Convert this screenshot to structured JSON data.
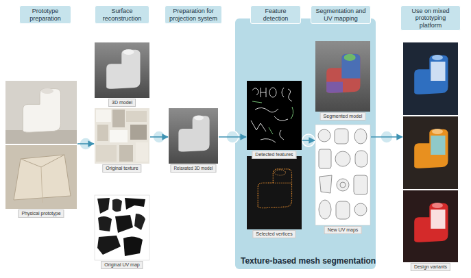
{
  "diagram": {
    "nodes": [
      {
        "text": [
          "Prototype preparation"
        ]
      },
      {
        "text": [
          "Physical prototype"
        ]
      },
      {
        "text": [
          "Surface reconstruction"
        ]
      },
      {
        "text": [
          "3D model"
        ]
      },
      {
        "text": [
          "Original texture"
        ]
      },
      {
        "text": [
          "Original UV map"
        ]
      },
      {
        "text": [
          "Preparation for projection system"
        ]
      },
      {
        "text": [
          "Relaxated 3D model"
        ]
      },
      {
        "text": [
          "Texture-based mesh segmentation"
        ]
      },
      {
        "text": [
          "Feature detection"
        ],
        "in": 8
      },
      {
        "text": [
          "Detected features"
        ],
        "in": 8
      },
      {
        "text": [
          "Selected vertices"
        ],
        "in": 8
      },
      {
        "text": [
          "Segmentation and UV mapping"
        ],
        "in": 8
      },
      {
        "text": [
          "Segmented model"
        ],
        "in": 8
      },
      {
        "text": [
          "New UV maps"
        ],
        "in": 8
      },
      {
        "text": [
          "Use on mixed prototyping platform"
        ]
      },
      {
        "text": [
          "Design variants"
        ]
      }
    ],
    "edges": [
      {
        "from": 1,
        "to": 4,
        "arrow": "to"
      },
      {
        "from": 4,
        "to": 7,
        "arrow": "to"
      },
      {
        "from": 7,
        "to": 10,
        "arrow": "to"
      },
      {
        "from": 10,
        "to": 14,
        "arrow": "to"
      },
      {
        "from": 14,
        "to": 16,
        "arrow": "to"
      }
    ]
  }
}
